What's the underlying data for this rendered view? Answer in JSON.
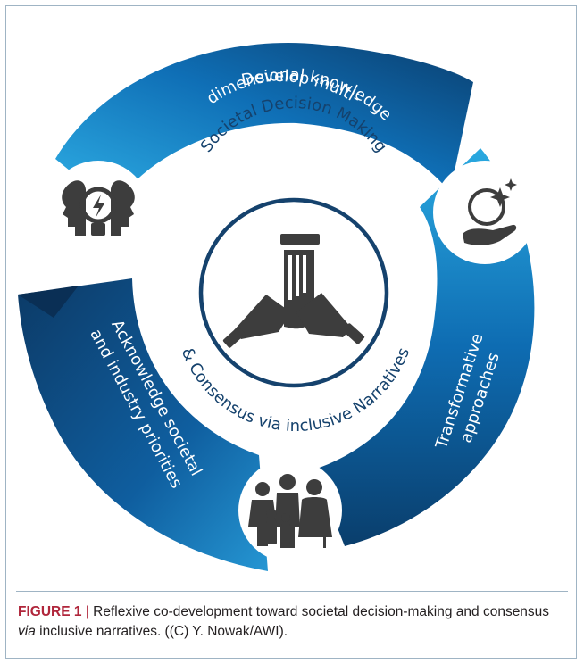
{
  "diagram": {
    "center_title_top": "Societal Decision Making",
    "center_title_bottom": "& Consensus via inclusive Narratives",
    "segments": [
      {
        "line1": "Develop multi-",
        "line2": "dimensional knowledge"
      },
      {
        "line1": "Transformative",
        "line2": "approaches"
      },
      {
        "line1": "Acknowledge societal",
        "line2": "and industry priorities"
      }
    ],
    "icons": [
      "lightbulb-heads-icon",
      "crystal-ball-hand-icon",
      "family-group-icon",
      "joined-hands-icon"
    ],
    "colors": {
      "dark_blue": "#0d4475",
      "mid_blue": "#0e70b8",
      "light_blue": "#29a8df",
      "navy_ring": "#15426d",
      "icon_gray": "#3d3d3d",
      "caption_label": "#b0263b"
    }
  },
  "caption": {
    "label": "FIGURE 1",
    "separator": "|",
    "text_before": "Reflexive co-development toward societal decision-making and consensus ",
    "text_italic": "via",
    "text_after": " inclusive narratives. ((C) Y. Nowak/AWI)."
  }
}
